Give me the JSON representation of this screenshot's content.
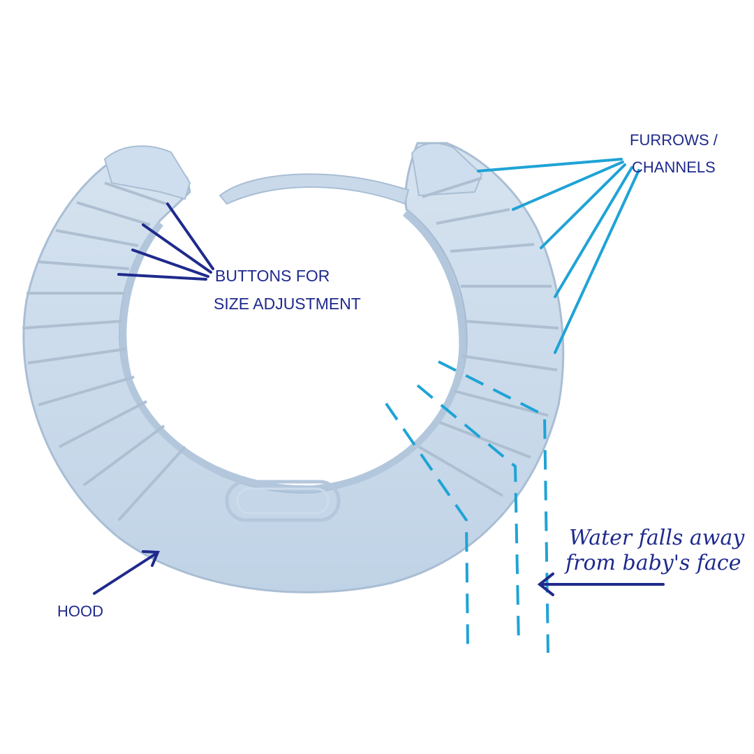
{
  "labels": {
    "furrows_line1": "FURROWS /",
    "furrows_line2": "CHANNELS",
    "buttons_line1": "BUTTONS FOR",
    "buttons_line2": "SIZE ADJUSTMENT",
    "water_line1": "Water falls away",
    "water_line2": "from baby's face",
    "hood": "HOOD"
  },
  "colors": {
    "background": "#ffffff",
    "cap_fill": "#c4d6e8",
    "cap_light": "#d8e5f1",
    "cap_shade": "#a9bed4",
    "annotation_dark": "#1f2a8c",
    "annotation_light": "#1fa3d6"
  }
}
